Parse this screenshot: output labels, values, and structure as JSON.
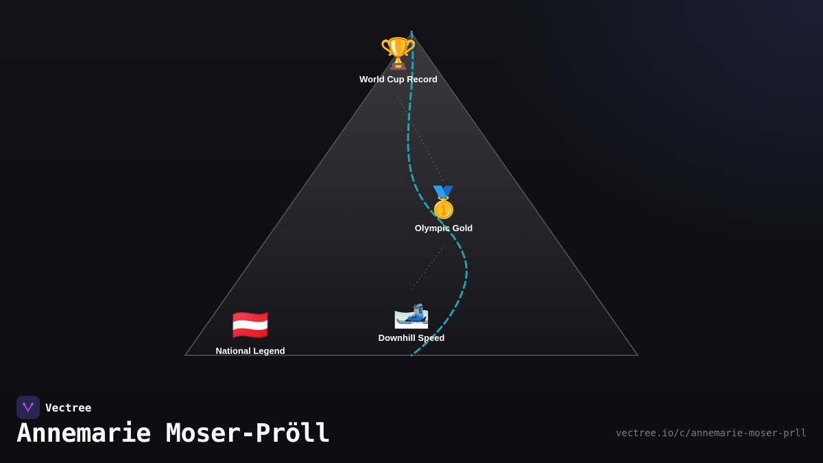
{
  "brand": {
    "name": "Vectree"
  },
  "title": "Annemarie Moser-Pröll",
  "url": "vectree.io/c/annemarie-moser-prll",
  "colors": {
    "path": "#1fa3b3",
    "triangle_fill_top": "#38383c",
    "triangle_fill_bottom": "#16161a",
    "triangle_stroke": "#55555a",
    "logo_bg": "#2a2450",
    "logo_accent": "#b04be0"
  },
  "nodes": [
    {
      "id": "world-cup-record",
      "label": "World Cup Record",
      "icon": "trophy-icon",
      "emoji": "🏆"
    },
    {
      "id": "olympic-gold",
      "label": "Olympic Gold",
      "icon": "gold-medal-icon",
      "emoji": "🥇"
    },
    {
      "id": "downhill-speed",
      "label": "Downhill Speed",
      "icon": "skier-icon",
      "emoji": "🎿"
    },
    {
      "id": "national-legend",
      "label": "National Legend",
      "icon": "austria-flag-icon",
      "emoji": "🇦🇹"
    }
  ]
}
